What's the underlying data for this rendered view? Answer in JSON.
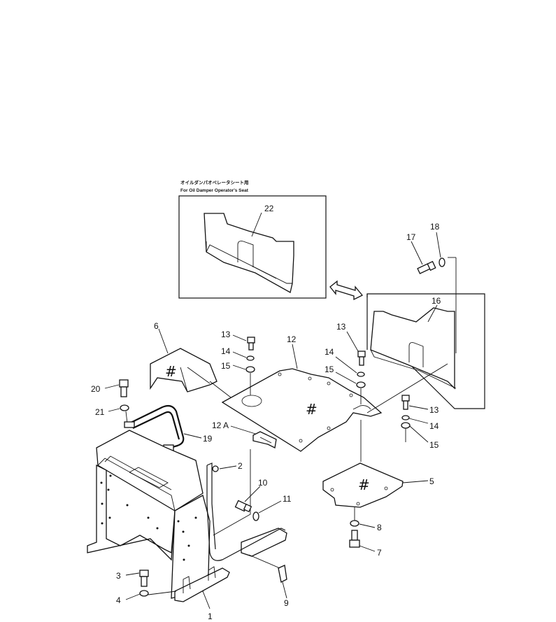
{
  "inset": {
    "caption_jp": "オイルダンパオペレータシート用",
    "caption_en": "For Oil Damper Operator's Seat"
  },
  "labels": {
    "p1": "1",
    "p2": "2",
    "p3": "3",
    "p4": "4",
    "p5": "5",
    "p6": "6",
    "p7": "7",
    "p8": "8",
    "p9": "9",
    "p10": "10",
    "p11": "11",
    "p12": "12",
    "p12a": "12 A",
    "p13a": "13",
    "p13b": "13",
    "p13c": "13",
    "p14a": "14",
    "p14b": "14",
    "p14c": "14",
    "p15a": "15",
    "p15b": "15",
    "p15c": "15",
    "p16": "16",
    "p17": "17",
    "p18": "18",
    "p19": "19",
    "p20": "20",
    "p21": "21",
    "p22": "22"
  },
  "markers": {
    "hash": "#"
  }
}
